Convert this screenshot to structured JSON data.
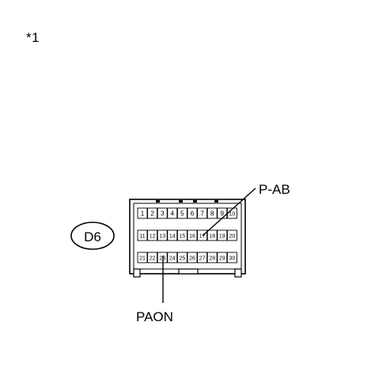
{
  "note_label": "*1",
  "connector": {
    "id_label": "D6",
    "rows": [
      [
        "1",
        "2",
        "3",
        "4",
        "5",
        "6",
        "7",
        "8",
        "9",
        "10"
      ],
      [
        "11",
        "12",
        "13",
        "14",
        "15",
        "16",
        "17",
        "18",
        "19",
        "20"
      ],
      [
        "21",
        "22",
        "23",
        "24",
        "25",
        "26",
        "27",
        "28",
        "29",
        "30"
      ]
    ]
  },
  "callouts": {
    "p_ab": {
      "label": "P-AB",
      "pin": "17"
    },
    "paon": {
      "label": "PAON",
      "pin": "23"
    }
  },
  "colors": {
    "stroke": "#000000",
    "background": "#ffffff"
  }
}
